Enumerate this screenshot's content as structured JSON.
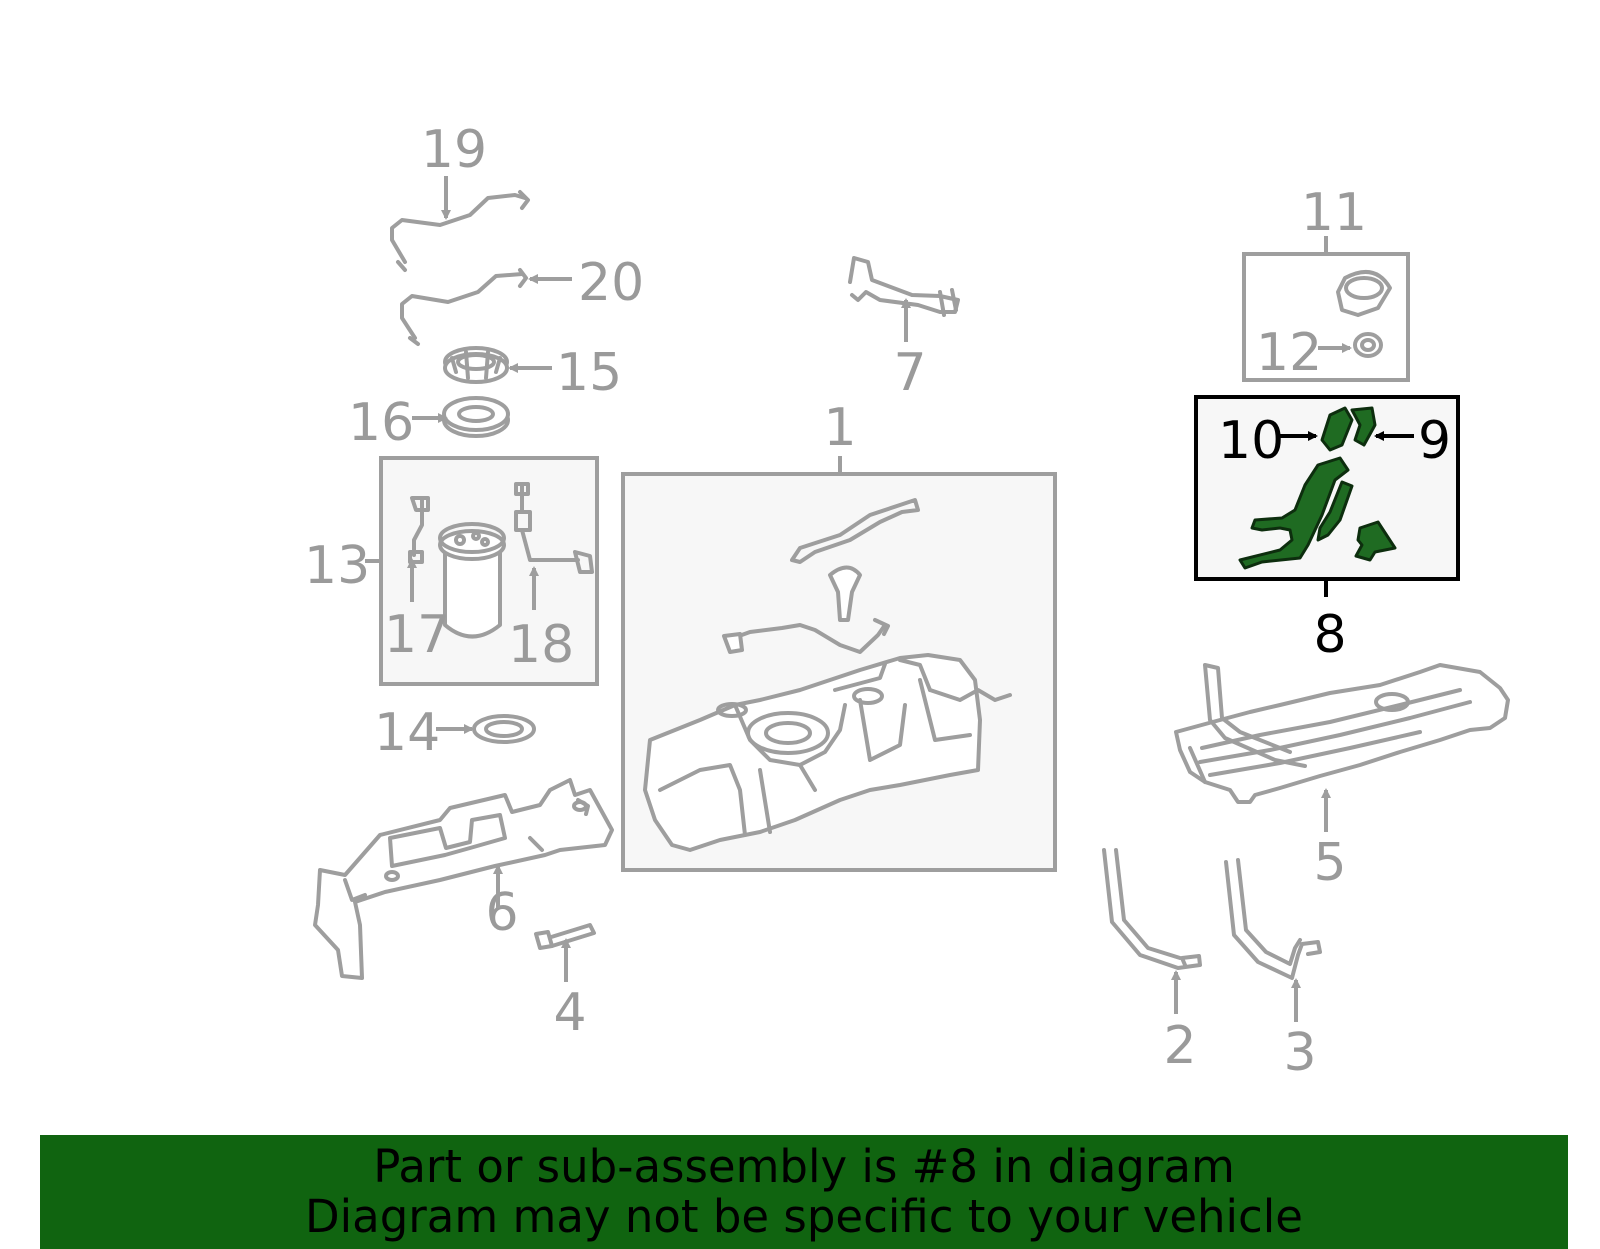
{
  "diagram": {
    "highlight_color": "#1f6b22",
    "labels": {
      "p1": "1",
      "p2": "2",
      "p3": "3",
      "p4": "4",
      "p5": "5",
      "p6": "6",
      "p7": "7",
      "p8": "8",
      "p9": "9",
      "p10": "10",
      "p11": "11",
      "p12": "12",
      "p13": "13",
      "p14": "14",
      "p15": "15",
      "p16": "16",
      "p17": "17",
      "p18": "18",
      "p19": "19",
      "p20": "20"
    }
  },
  "footer": {
    "background": "#106410",
    "line1": "Part or sub-assembly is #8 in diagram",
    "line2": "Diagram may not be specific to your vehicle"
  }
}
